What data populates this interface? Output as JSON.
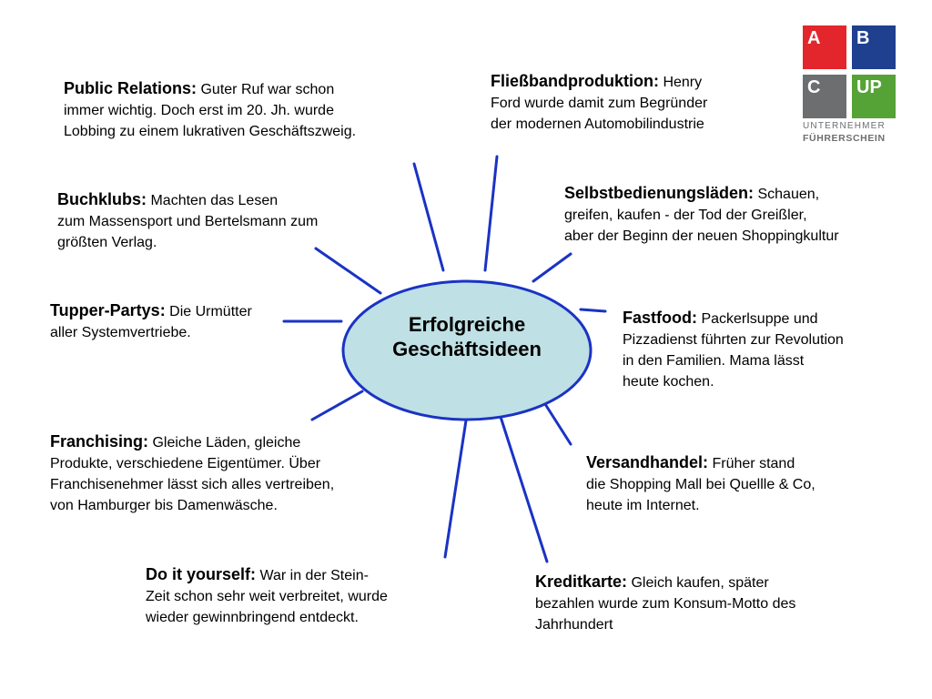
{
  "center": {
    "line1": "Erfolgreiche",
    "line2": "Geschäftsideen",
    "fill": "#bfe0e4",
    "border": "#1a33c4"
  },
  "ray_color": "#1a33c4",
  "topics": {
    "public_relations": {
      "title": "Public Relations:",
      "lines": [
        "Guter Ruf war schon",
        "immer wichtig. Doch erst im 20. Jh. wurde",
        "Lobbing zu einem lukrativen Geschäftszweig."
      ]
    },
    "fliessband": {
      "title": "Fließbandproduktion:",
      "lines": [
        "Henry",
        "Ford wurde damit zum Begründer",
        "der modernen Automobilindustrie"
      ]
    },
    "buchklubs": {
      "title": "Buchklubs:",
      "lines": [
        "Machten das Lesen",
        "zum Massensport und Bertelsmann zum",
        "größten Verlag."
      ]
    },
    "selbstbedienung": {
      "title": "Selbstbedienungsläden:",
      "lines": [
        "Schauen,",
        "greifen, kaufen - der Tod der Greißler,",
        "aber der Beginn der neuen Shoppingkultur"
      ]
    },
    "tupper": {
      "title": "Tupper-Partys:",
      "lines": [
        "Die Urmütter",
        "aller Systemvertriebe."
      ]
    },
    "fastfood": {
      "title": "Fastfood:",
      "lines": [
        "Packerlsuppe und",
        "Pizzadienst führten zur Revolution",
        "in den Familien. Mama lässt",
        "heute kochen."
      ]
    },
    "franchising": {
      "title": "Franchising:",
      "lines": [
        "Gleiche Läden, gleiche",
        "Produkte, verschiedene Eigentümer. Über",
        "Franchisenehmer lässt sich alles vertreiben,",
        "von Hamburger bis Damenwäsche."
      ]
    },
    "versandhandel": {
      "title": "Versandhandel:",
      "lines": [
        "Früher stand",
        "die Shopping Mall bei Quellle & Co,",
        "heute im Internet."
      ]
    },
    "diy": {
      "title": "Do it yourself:",
      "lines": [
        "War in der Stein-",
        "Zeit schon sehr weit verbreitet, wurde",
        "wieder gewinnbringend entdeckt."
      ]
    },
    "kreditkarte": {
      "title": "Kreditkarte:",
      "lines": [
        "Gleich kaufen, später",
        "bezahlen wurde zum Konsum-Motto des",
        "Jahrhundert"
      ]
    }
  },
  "logo": {
    "a": "A",
    "b": "B",
    "c": "C",
    "up": "UP",
    "line1": "UNTERNEHMER",
    "line2": "FÜHRERSCHEIN"
  }
}
